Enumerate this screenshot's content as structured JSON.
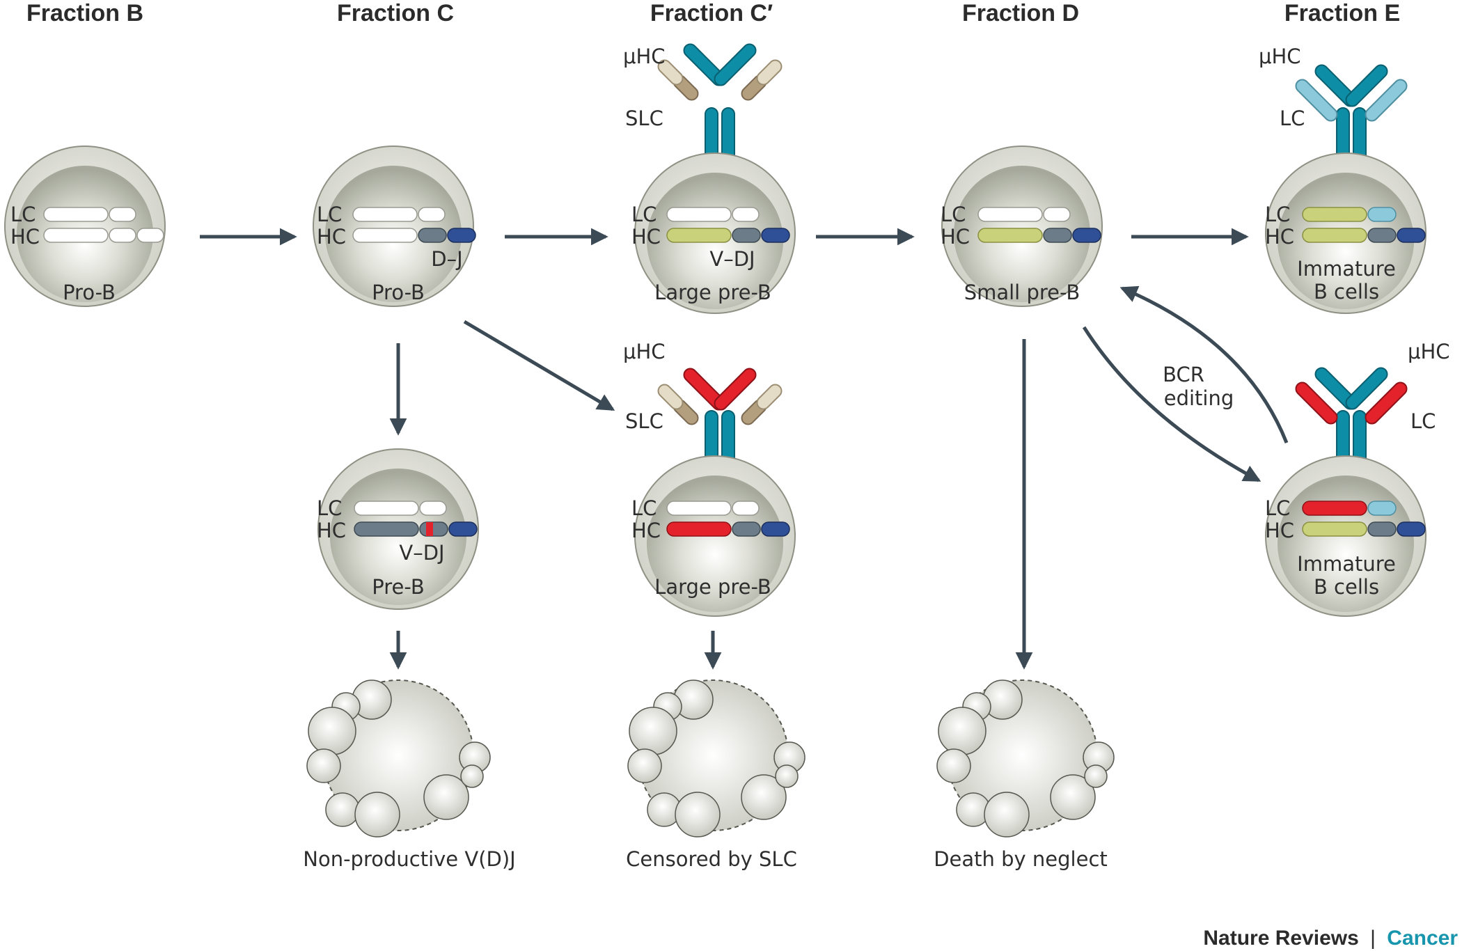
{
  "headers": {
    "fraction_b": "Fraction B",
    "fraction_c": "Fraction C",
    "fraction_c_prime": "Fraction C′",
    "fraction_d": "Fraction D",
    "fraction_e": "Fraction E"
  },
  "gene_labels": {
    "lc": "LC",
    "hc": "HC"
  },
  "receptor_labels": {
    "mu_hc": "μHC",
    "slc": "SLC",
    "lc": "LC"
  },
  "cells": {
    "pro_b_1": {
      "name": "Pro-B"
    },
    "pro_b_2": {
      "name": "Pro-B",
      "annotation": "D–J"
    },
    "large_pre_b_1": {
      "name": "Large pre-B",
      "annotation": "V–DJ"
    },
    "pre_b": {
      "name": "Pre-B",
      "annotation": "V–DJ"
    },
    "large_pre_b_2": {
      "name": "Large pre-B"
    },
    "small_pre_b": {
      "name": "Small pre-B"
    },
    "immature_1": {
      "name_line1": "Immature",
      "name_line2": "B cells"
    },
    "immature_2": {
      "name_line1": "Immature",
      "name_line2": "B cells"
    }
  },
  "bcr_editing": {
    "line1": "BCR",
    "line2": "editing"
  },
  "outcomes": {
    "non_productive": "Non-productive V(D)J",
    "censored": "Censored by SLC",
    "neglect": "Death by neglect"
  },
  "footer": {
    "journal": "Nature Reviews",
    "separator": "|",
    "section": "Cancer"
  },
  "colors": {
    "arrow": "#3b4a55",
    "mu_heavy_chain": "#0e8ea6",
    "red_chain": "#e3222b",
    "light_chain": "#8ccadb",
    "slc_dark": "#b39e7e",
    "slc_light": "#e5dcc8",
    "v_segment": "#c9d27a",
    "dj_segment": "#6c7c88",
    "j_segment": "#2f4f96",
    "footer_accent": "#1795ad"
  }
}
